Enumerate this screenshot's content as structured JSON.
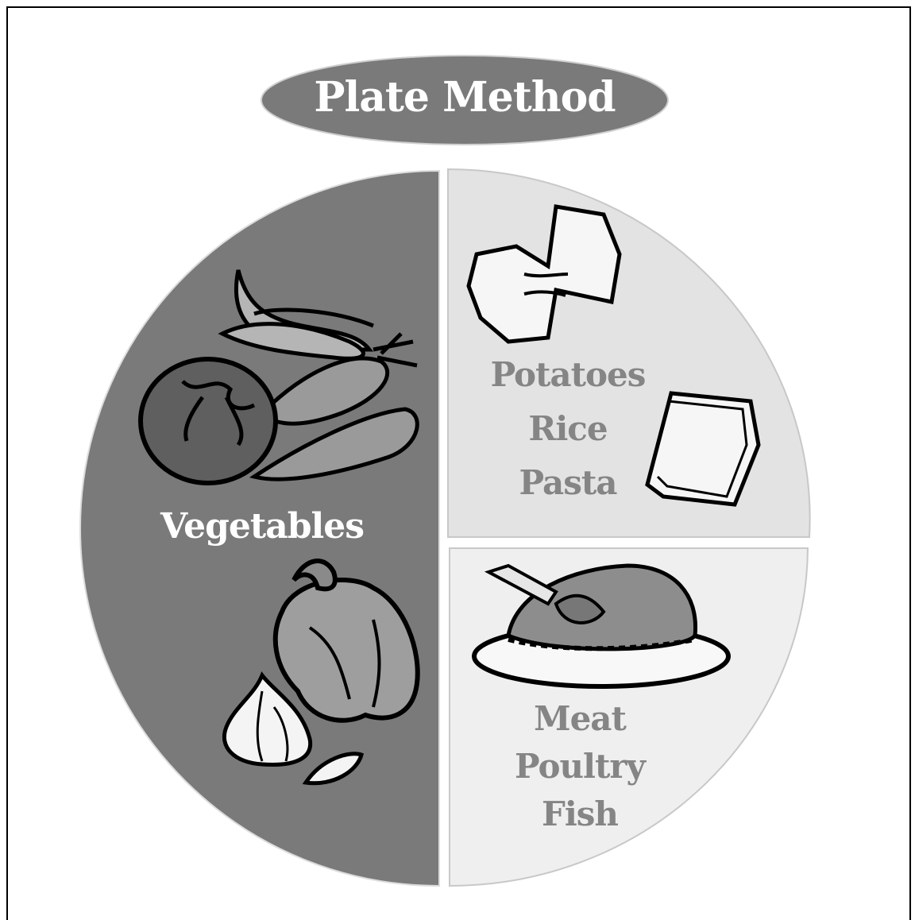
{
  "title": "Plate Method",
  "sections": {
    "vegetables": {
      "label": "Vegetables"
    },
    "starches": {
      "lines": [
        "Potatoes",
        "Rice",
        "Pasta"
      ]
    },
    "proteins": {
      "lines": [
        "Meat",
        "Poultry",
        "Fish"
      ]
    }
  },
  "colors": {
    "title_bg": "#7a7a7a",
    "vegetables_bg": "#7a7a7a",
    "starches_bg": "#e3e3e3",
    "proteins_bg": "#efefef",
    "label_gray": "#858585"
  },
  "icons": [
    "tomato-icon",
    "chili-pepper-icon",
    "carrot-icon",
    "bell-pepper-icon",
    "garlic-icon",
    "bowtie-pasta-icon",
    "ravioli-icon",
    "roast-turkey-icon"
  ]
}
